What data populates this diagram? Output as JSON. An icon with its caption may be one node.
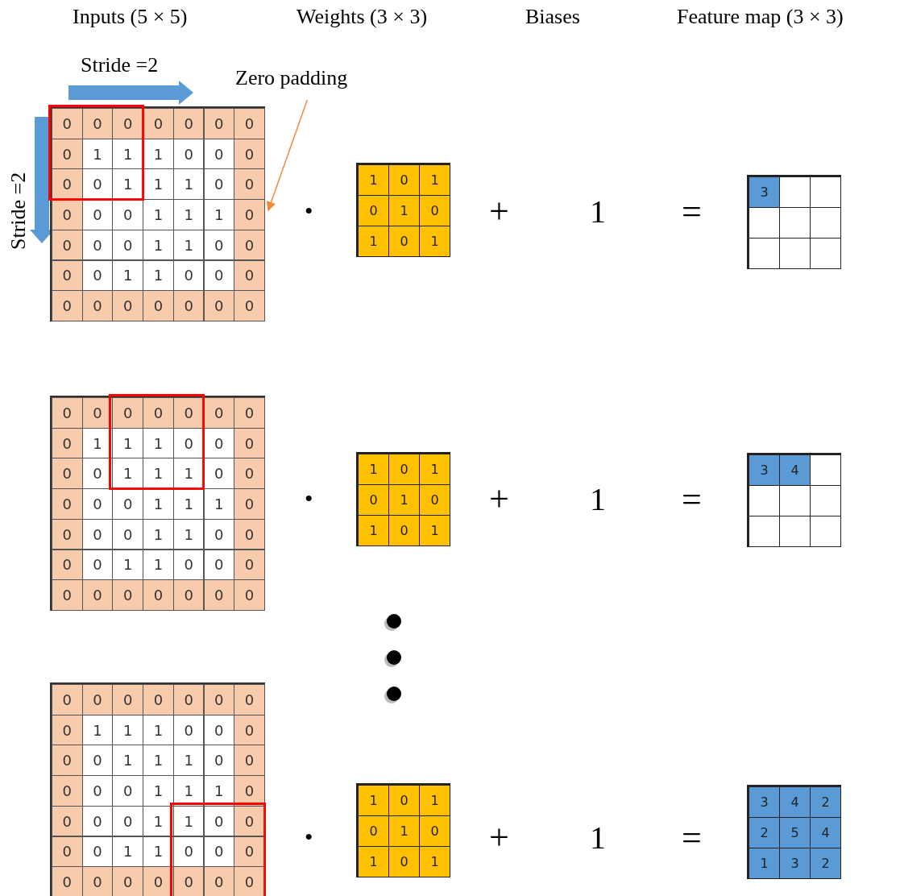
{
  "diagram": {
    "nodes": [
      {
        "text": [
          "Zero padding"
        ]
      },
      {
        "text": [],
        "shape": "box"
      }
    ],
    "edges": [
      {
        "from": 0,
        "to": 1,
        "arrow": "to",
        "color": "#f08a3c"
      }
    ],
    "labels": [
      "Inputs (5 × 5)",
      "Weights (3 × 3)",
      "Biases",
      "Feature map (3 × 3)",
      "Stride =2",
      "Stride =2",
      "0",
      "0",
      "0",
      "0",
      "0",
      "0",
      "0",
      "0",
      "1",
      "1",
      "1",
      "0",
      "0",
      "0",
      "0",
      "0",
      "1",
      "1",
      "1",
      "0",
      "0",
      "0",
      "0",
      "0",
      "1",
      "1",
      "1",
      "0",
      "0",
      "0",
      "0",
      "1",
      "1",
      "0",
      "0",
      "0",
      "0",
      "1",
      "1",
      "0",
      "0",
      "0",
      "0",
      "0",
      "0",
      "0",
      "0",
      "0",
      "0",
      "•",
      "1",
      "0",
      "1",
      "0",
      "1",
      "0",
      "1",
      "0",
      "1",
      "+",
      "1",
      "=",
      "3",
      "0",
      "0",
      "0",
      "0",
      "0",
      "0",
      "0",
      "0",
      "1",
      "1",
      "1",
      "0",
      "0",
      "0",
      "0",
      "0",
      "1",
      "1",
      "1",
      "0",
      "0",
      "0",
      "0",
      "0",
      "1",
      "1",
      "1",
      "0",
      "0",
      "0",
      "0",
      "1",
      "1",
      "0",
      "0",
      "0",
      "0",
      "1",
      "1",
      "0",
      "0",
      "0",
      "0",
      "0",
      "0",
      "0",
      "0",
      "0",
      "0",
      "•",
      "1",
      "0",
      "1",
      "0",
      "1",
      "0",
      "1",
      "0",
      "1",
      "+",
      "1",
      "=",
      "3",
      "4",
      "0",
      "0",
      "0",
      "0",
      "0",
      "0",
      "0",
      "0",
      "1",
      "1",
      "1",
      "0",
      "0",
      "0",
      "0",
      "0",
      "1",
      "1",
      "1",
      "0",
      "0",
      "0",
      "0",
      "0",
      "1",
      "1",
      "1",
      "0",
      "0",
      "0",
      "0",
      "1",
      "1",
      "0",
      "0",
      "0",
      "0",
      "1",
      "1",
      "0",
      "0",
      "0",
      "0",
      "0",
      "0",
      "0",
      "0",
      "0",
      "0",
      "•",
      "1",
      "0",
      "1",
      "0",
      "1",
      "0",
      "1",
      "0",
      "1",
      "+",
      "1",
      "=",
      "3",
      "4",
      "2",
      "2",
      "5",
      "4",
      "1",
      "3",
      "2"
    ]
  }
}
